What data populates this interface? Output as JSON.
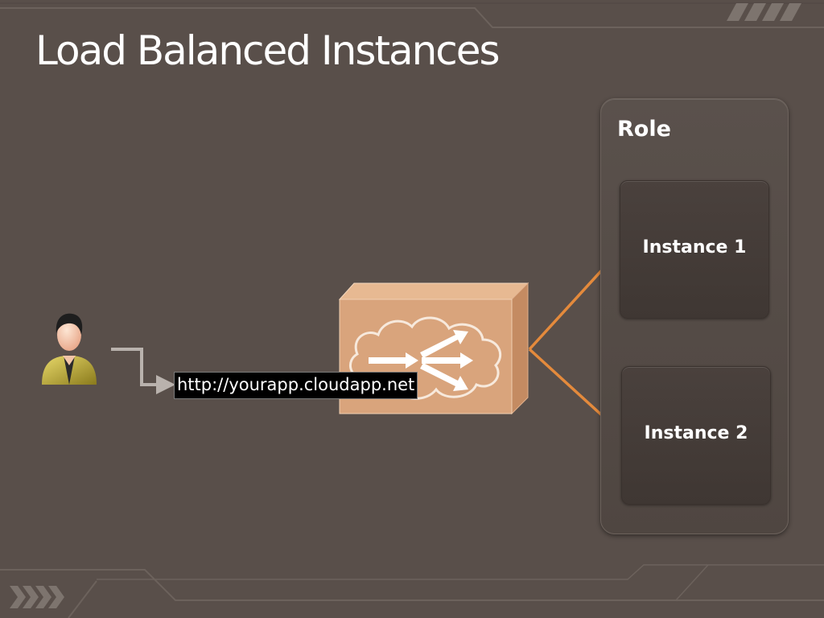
{
  "slide": {
    "title": "Load Balanced Instances"
  },
  "client": {
    "icon": "user-icon",
    "url": "http://yourapp.cloudapp.net"
  },
  "load_balancer": {
    "icon": "load-balancer-icon"
  },
  "role": {
    "label": "Role",
    "instances": [
      {
        "label": "Instance 1"
      },
      {
        "label": "Instance 2"
      }
    ]
  },
  "colors": {
    "background": "#594f4a",
    "arrow": "#e48a3c",
    "lb_front": "#d9a47c",
    "lb_top": "#e7b992",
    "lb_side": "#c48b62",
    "client_arrow": "#b9b2ad"
  }
}
